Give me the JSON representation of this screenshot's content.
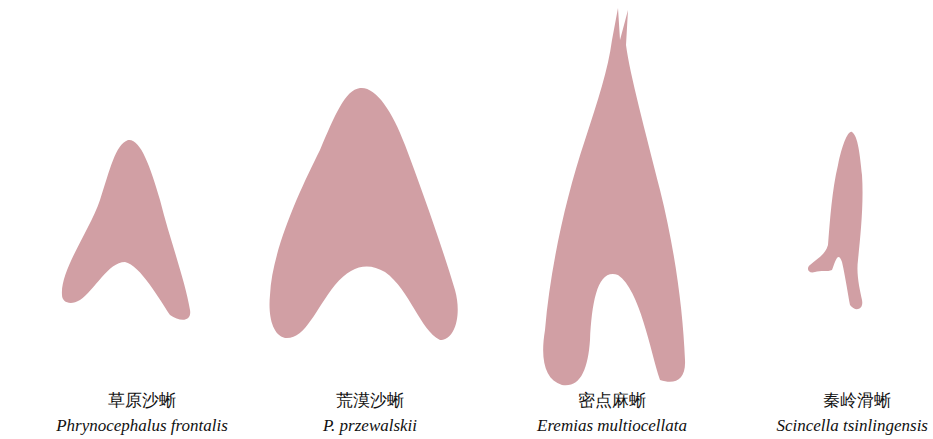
{
  "diagram": {
    "labels": [
      "草原沙蜥",
      "Phrynocephalus frontalis",
      "荒漠沙蜥",
      "P. przewalskii",
      "密点麻蜥",
      "Eremias multiocellata",
      "秦岭滑蜥",
      "Scincella tsinlingensis"
    ]
  }
}
